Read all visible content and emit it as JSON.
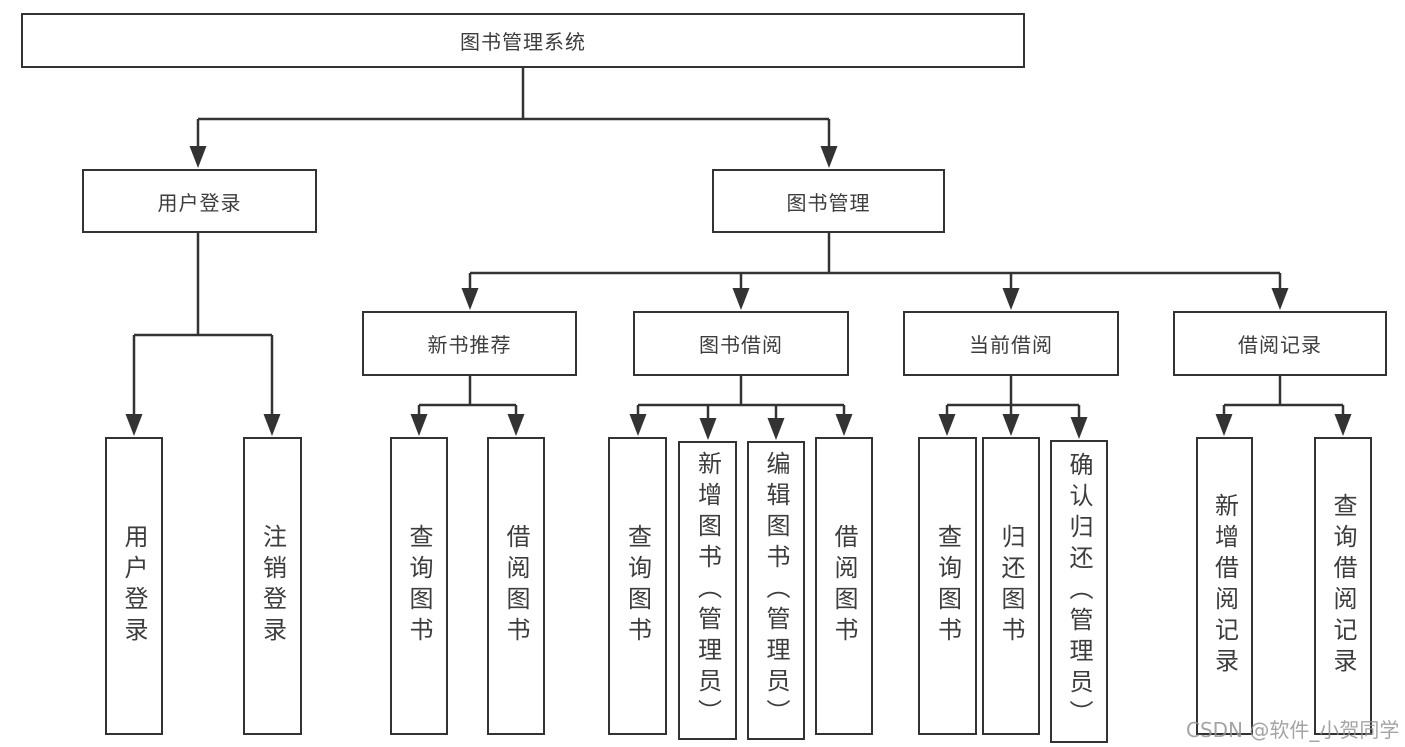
{
  "diagram_title": "图书管理系统",
  "tree": {
    "root": "图书管理系统",
    "branches": [
      {
        "label": "用户登录",
        "children": [
          "用户登录",
          "注销登录"
        ]
      },
      {
        "label": "图书管理",
        "sections": [
          {
            "label": "新书推荐",
            "children": [
              "查询图书",
              "借阅图书"
            ]
          },
          {
            "label": "图书借阅",
            "children": [
              "查询图书",
              "新增图书（管理员）",
              "编辑图书（管理员）",
              "借阅图书"
            ]
          },
          {
            "label": "当前借阅",
            "children": [
              "查询图书",
              "归还图书",
              "确认归还（管理员）"
            ]
          },
          {
            "label": "借阅记录",
            "children": [
              "新增借阅记录",
              "查询借阅记录"
            ]
          }
        ]
      }
    ]
  },
  "watermark": "CSDN @软件_小贺同学",
  "colors": {
    "line": "#333333",
    "box_border": "#333333",
    "text": "#3d3d3d",
    "background": "#ffffff",
    "watermark": "#949494"
  }
}
